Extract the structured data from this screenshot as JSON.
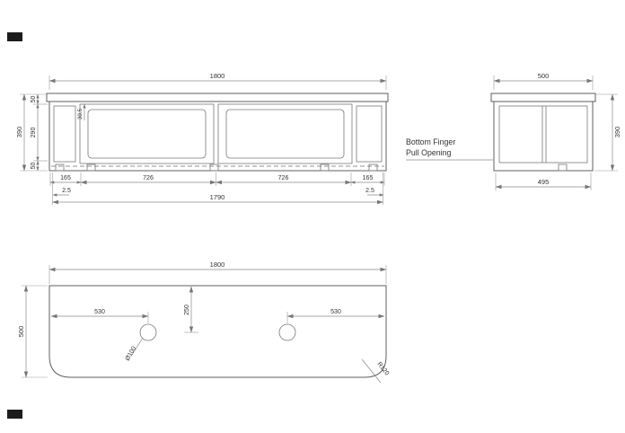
{
  "sheet": {
    "background": "#ffffff",
    "line_color": "#5f5f5f",
    "dimension_color": "#8a8a8a",
    "text_color": "#333333",
    "mark_color": "#1c1c1c"
  },
  "front_view": {
    "overall_width": "1800",
    "overall_height": "390",
    "top_rail_height": "50",
    "door_height": "290",
    "bottom_rail_height": "50",
    "door_top_reveal": "30.5",
    "left_end_width": "165",
    "left_door_width": "726",
    "right_door_width": "726",
    "right_end_width": "165",
    "left_edge_gap": "2.5",
    "right_edge_gap": "2.5",
    "internal_width": "1790"
  },
  "side_view": {
    "overall_depth": "500",
    "overall_height": "390",
    "internal_depth": "495",
    "note_line1": "Bottom Finger",
    "note_line2": "Pull Opening"
  },
  "plan_view": {
    "overall_width": "1800",
    "overall_depth": "500",
    "left_hole_offset": "530",
    "right_hole_offset": "530",
    "hole_centre_setback": "250",
    "hole_diameter": "Ø100",
    "corner_radius": "R120"
  }
}
